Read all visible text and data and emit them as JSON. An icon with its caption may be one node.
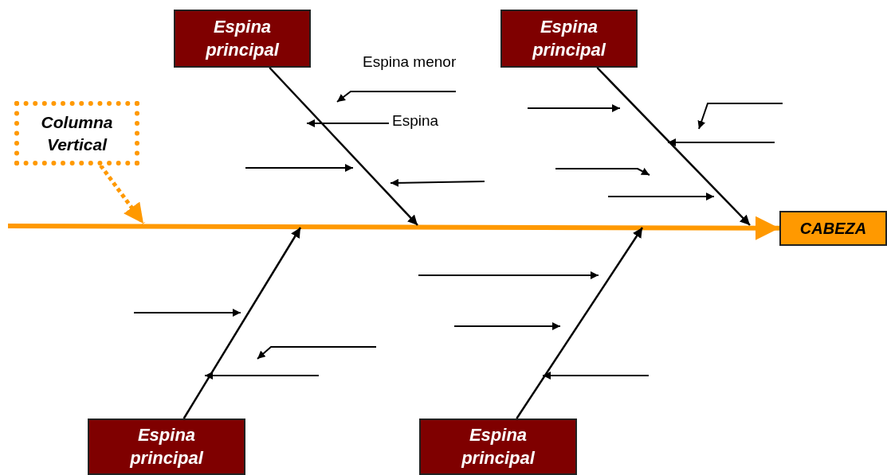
{
  "diagram": {
    "nodes": [
      {
        "text": [
          "Espina principal"
        ]
      },
      {
        "text": [
          "Espina principal"
        ]
      },
      {
        "text": [
          "Columna Vertical"
        ]
      },
      {
        "text": [
          "CABEZA"
        ]
      },
      {
        "text": [
          "Espina principal"
        ]
      },
      {
        "text": [
          "Espina principal"
        ]
      }
    ],
    "edges": [
      {
        "from": null,
        "to": 3,
        "arrow": "to",
        "style": "thick",
        "color": "#ff9900"
      },
      {
        "from": 0,
        "to": null,
        "arrow": "to"
      },
      {
        "from": 1,
        "to": null,
        "arrow": "to"
      },
      {
        "from": 4,
        "to": null,
        "arrow": "to"
      },
      {
        "from": 5,
        "to": null,
        "arrow": "to"
      },
      {
        "from": 2,
        "to": null,
        "arrow": "to",
        "style": "dashed",
        "color": "#ff9900"
      }
    ],
    "labels": [
      "Espina menor",
      "Espina"
    ]
  }
}
